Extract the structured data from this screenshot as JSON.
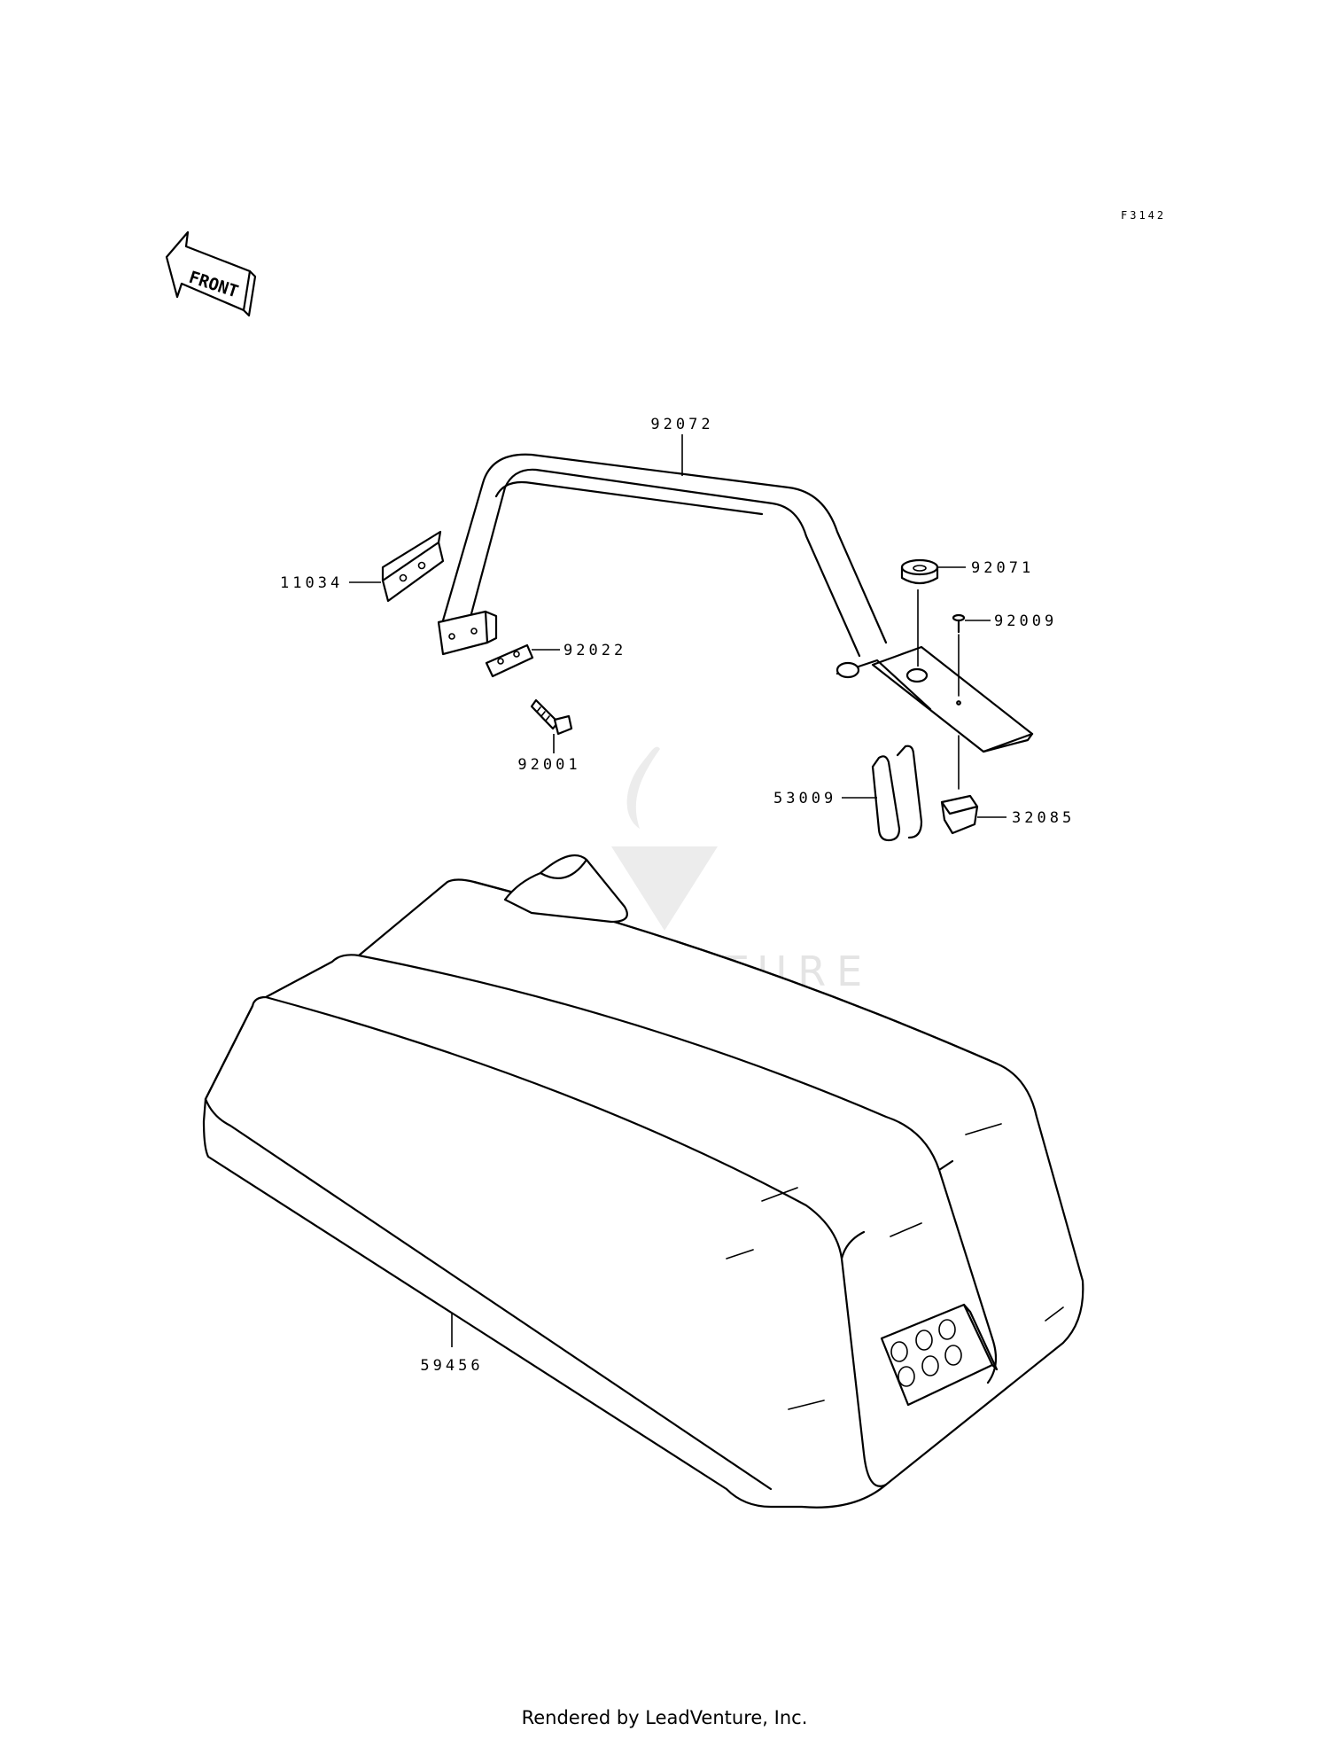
{
  "diagram_code": "F3142",
  "front_label": "FRONT",
  "watermark": "LEADVENTURE",
  "footer": "Rendered by LeadVenture, Inc.",
  "callouts": {
    "p92072": "92072",
    "p11034": "11034",
    "p92022": "92022",
    "p92001": "92001",
    "p92071": "92071",
    "p92009": "92009",
    "p53009": "53009",
    "p32085": "32085",
    "p59456": "59456"
  }
}
